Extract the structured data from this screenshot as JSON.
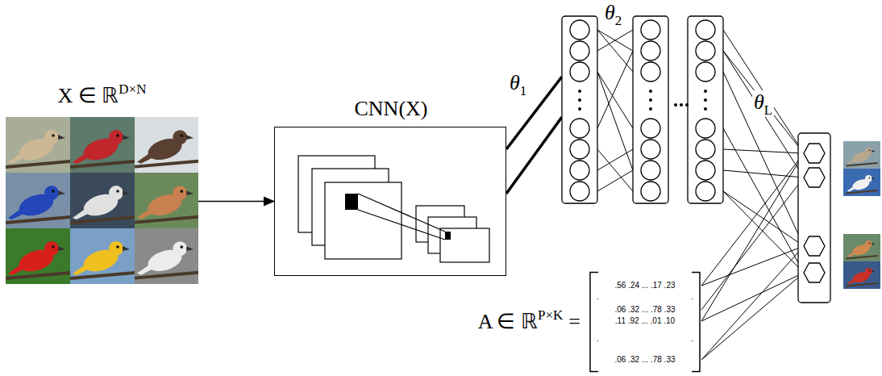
{
  "diagram": {
    "nodes": [
      {
        "text": [
          "X ∈ ℝ",
          "D×N"
        ]
      },
      {
        "text": [
          "CNN(X)"
        ]
      },
      {
        "text": [
          "A ∈ ℝ",
          "P×K",
          "=",
          ".56 .24 ... .17 .23",
          ".",
          ".",
          ".06 .32 ... .78 .33",
          ".11 .92 ... .01 .10",
          ".",
          ".",
          ".06 .32 ... .78 .33"
        ]
      }
    ],
    "edges": [
      {
        "from": 0,
        "to": 1,
        "arrow": "to"
      }
    ],
    "labels": [
      "θ",
      "1",
      "θ",
      "2",
      "θ",
      "L"
    ]
  }
}
